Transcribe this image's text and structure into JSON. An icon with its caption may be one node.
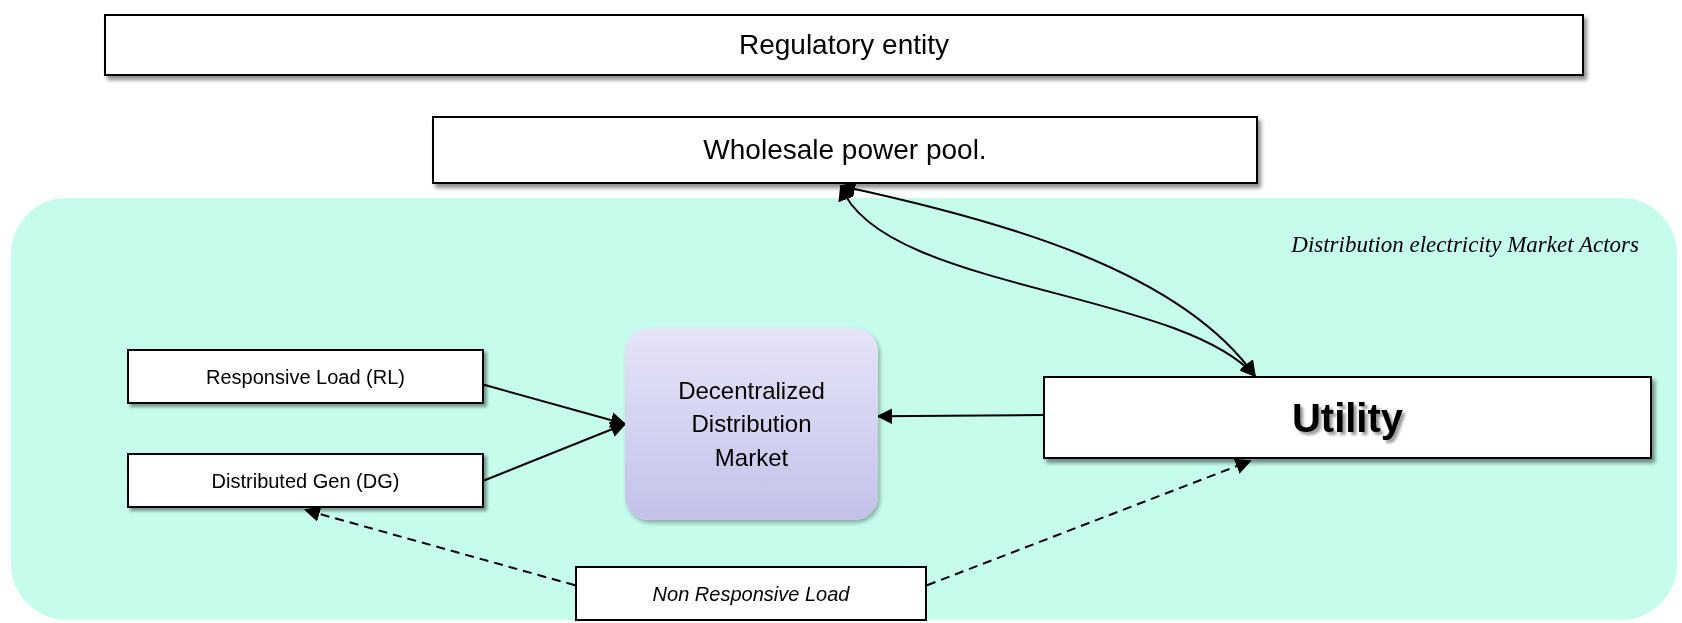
{
  "diagram": {
    "nodes": [
      {
        "text": [
          "Regulatory entity"
        ]
      },
      {
        "text": [
          "Wholesale power pool."
        ]
      },
      {
        "text": [
          "Distribution electricity Market Actors"
        ]
      },
      {
        "text": [
          "Responsive Load (RL)"
        ],
        "in": 2
      },
      {
        "text": [
          "Distributed Gen (DG)"
        ],
        "in": 2
      },
      {
        "text": [
          "Decentralized Distribution Market"
        ],
        "in": 2
      },
      {
        "text": [
          "Utility"
        ],
        "in": 2
      },
      {
        "text": [
          "Non Responsive Load"
        ],
        "in": 2
      }
    ],
    "edges": [
      {
        "from": 1,
        "to": 6,
        "arrow": "both"
      },
      {
        "from": 1,
        "to": 6,
        "arrow": "both"
      },
      {
        "from": 3,
        "to": 5,
        "arrow": "to"
      },
      {
        "from": 4,
        "to": 5,
        "arrow": "to"
      },
      {
        "from": 6,
        "to": 5,
        "arrow": "to"
      },
      {
        "from": 7,
        "to": 4,
        "arrow": "to",
        "style": "dashed"
      },
      {
        "from": 7,
        "to": 6,
        "arrow": "to",
        "style": "dashed"
      }
    ]
  }
}
